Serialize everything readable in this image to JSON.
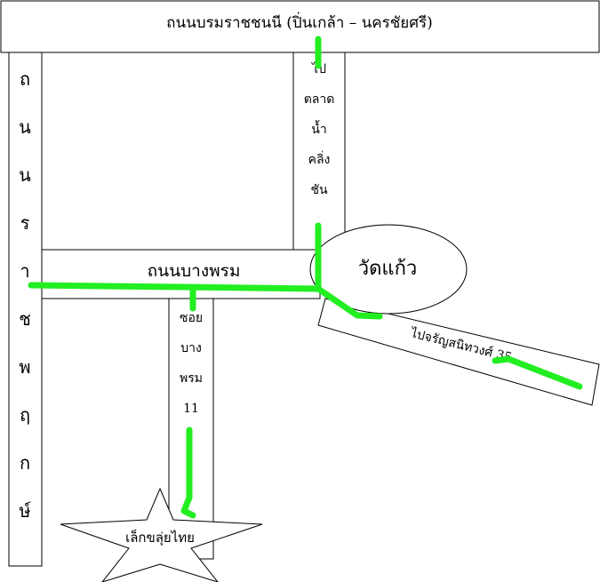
{
  "map": {
    "top_road": "ถนนบรมราชชนนี (ปิ่นเกล้า – นครชัยศรี)",
    "left_road_chars": [
      "ถ",
      "น",
      "น",
      "ร",
      "า",
      "ช",
      "พ",
      "ฤ",
      "ก",
      "ษ์"
    ],
    "middle_road": "ถนนบางพรม",
    "upper_road_lines": [
      "ไป",
      "ตลาด",
      "น้ำ",
      "คลิ่ง",
      "ชัน"
    ],
    "temple": "วัดแก้ว",
    "diagonal_road": "ไปจรัญสนิทวงศ์ 35",
    "soi_lines": [
      "ซอย",
      "บาง",
      "พรม",
      "11"
    ],
    "destination": "เล็กขลุ่ยไทย"
  },
  "colors": {
    "route": "#22ee22",
    "line": "#000000",
    "background": "#ffffff"
  }
}
